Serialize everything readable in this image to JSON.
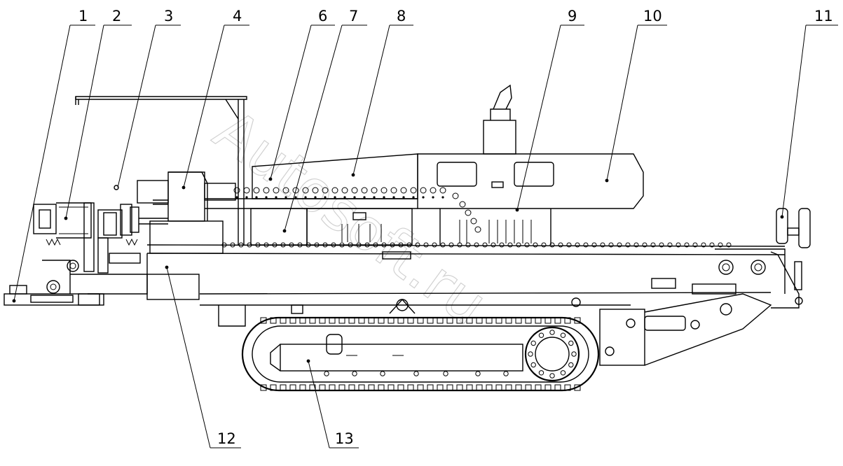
{
  "watermark": "Autosoft.ru",
  "callouts": [
    {
      "id": "1",
      "label": "1"
    },
    {
      "id": "2",
      "label": "2"
    },
    {
      "id": "3",
      "label": "3"
    },
    {
      "id": "4",
      "label": "4"
    },
    {
      "id": "6",
      "label": "6"
    },
    {
      "id": "7",
      "label": "7"
    },
    {
      "id": "8",
      "label": "8"
    },
    {
      "id": "9",
      "label": "9"
    },
    {
      "id": "10",
      "label": "10"
    },
    {
      "id": "11",
      "label": "11"
    },
    {
      "id": "12",
      "label": "12"
    },
    {
      "id": "13",
      "label": "13"
    }
  ]
}
